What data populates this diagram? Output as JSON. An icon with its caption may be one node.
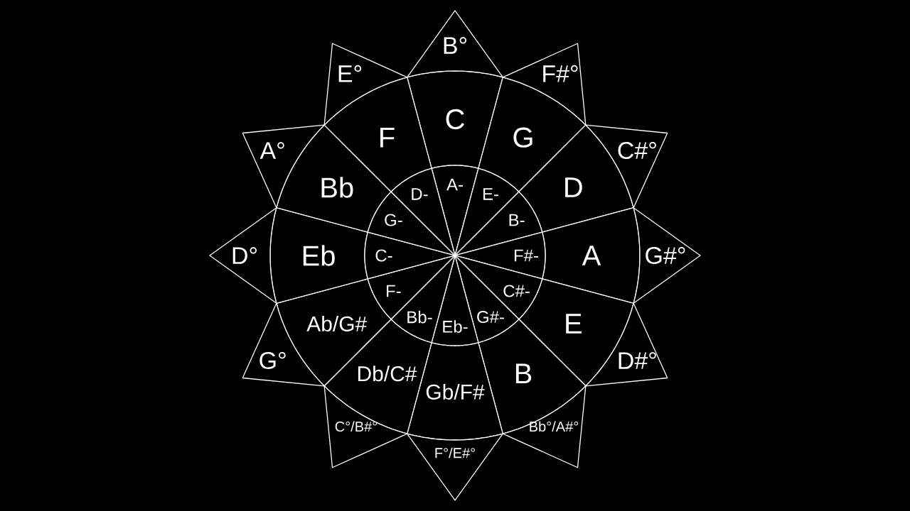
{
  "diagram": {
    "nodes": [
      {
        "text": [
          "C"
        ]
      },
      {
        "text": [
          "G"
        ]
      },
      {
        "text": [
          "D"
        ]
      },
      {
        "text": [
          "A"
        ]
      },
      {
        "text": [
          "E"
        ]
      },
      {
        "text": [
          "B"
        ]
      },
      {
        "text": [
          "Gb/F#"
        ]
      },
      {
        "text": [
          "Db/C#"
        ]
      },
      {
        "text": [
          "Ab/G#"
        ]
      },
      {
        "text": [
          "Eb"
        ]
      },
      {
        "text": [
          "Bb"
        ]
      },
      {
        "text": [
          "F"
        ]
      },
      {
        "text": [
          "A-"
        ]
      },
      {
        "text": [
          "E-"
        ]
      },
      {
        "text": [
          "B-"
        ]
      },
      {
        "text": [
          "F#-"
        ]
      },
      {
        "text": [
          "C#-"
        ]
      },
      {
        "text": [
          "G#-"
        ]
      },
      {
        "text": [
          "Eb-"
        ]
      },
      {
        "text": [
          "Bb-"
        ]
      },
      {
        "text": [
          "F-"
        ]
      },
      {
        "text": [
          "C-"
        ]
      },
      {
        "text": [
          "G-"
        ]
      },
      {
        "text": [
          "D-"
        ]
      },
      {
        "text": [
          "B°"
        ]
      },
      {
        "text": [
          "F#°"
        ]
      },
      {
        "text": [
          "C#°"
        ]
      },
      {
        "text": [
          "G#°"
        ]
      },
      {
        "text": [
          "D#°"
        ]
      },
      {
        "text": [
          "Bb°/A#°"
        ]
      },
      {
        "text": [
          "F°/E#°"
        ]
      },
      {
        "text": [
          "C°/B#°"
        ]
      },
      {
        "text": [
          "G°"
        ]
      },
      {
        "text": [
          "D°"
        ]
      },
      {
        "text": [
          "A°"
        ]
      },
      {
        "text": [
          "E°"
        ]
      }
    ]
  }
}
